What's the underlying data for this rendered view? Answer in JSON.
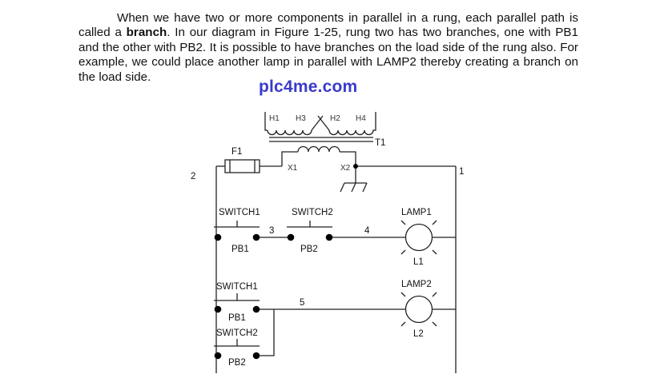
{
  "paragraph": {
    "before_bold": "When we have two or more components in parallel in a rung, each parallel path is called a ",
    "bold": "branch",
    "after_bold": ".  In our diagram in Figure 1-25, rung two has two branches, one with PB1 and the other with PB2.  It is possible to have branches on the load side of the rung also. For example, we could place another lamp in parallel with LAMP2 thereby creating a branch on the load side."
  },
  "watermark": "plc4me.com",
  "diagram": {
    "transformer": {
      "name": "T1",
      "primary_terminals": [
        "H1",
        "H3",
        "H2",
        "H4"
      ],
      "secondary_terminals": [
        "X1",
        "X2"
      ]
    },
    "fuse": {
      "name": "F1"
    },
    "wire_numbers": {
      "left_rail": "2",
      "right_rail": "1",
      "rung2_mid": "3",
      "rung2_load": "4",
      "rung3_load": "5"
    },
    "rung2": {
      "contacts": [
        {
          "label": "SWITCH1",
          "device": "PB1"
        },
        {
          "label": "SWITCH2",
          "device": "PB2"
        }
      ],
      "lamp": {
        "label": "LAMP1",
        "device": "L1"
      }
    },
    "rung3": {
      "contacts": [
        {
          "label": "SWITCH1",
          "device": "PB1"
        },
        {
          "label": "SWITCH2",
          "device": "PB2"
        }
      ],
      "lamp": {
        "label": "LAMP2",
        "device": "L2"
      }
    }
  }
}
